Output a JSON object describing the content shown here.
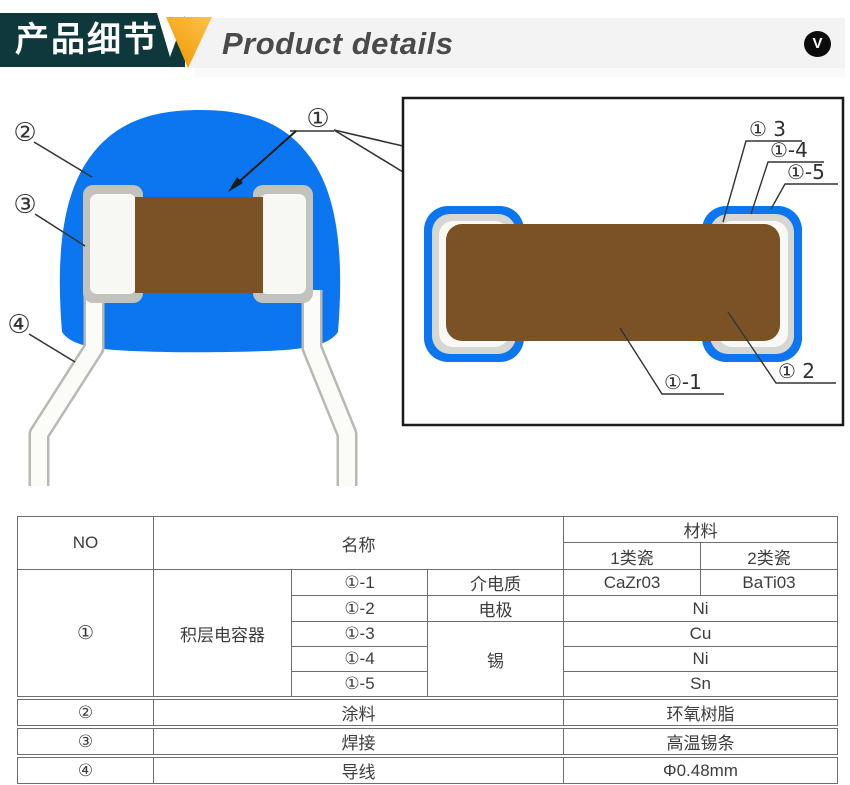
{
  "header": {
    "title_cn": "产品细节",
    "title_en": "Product details",
    "badge": "V"
  },
  "left_diagram": {
    "label_1": "①",
    "label_2": "②",
    "label_3": "③",
    "label_4": "④"
  },
  "right_diagram": {
    "label_3": "① 3",
    "label_4": "①-4",
    "label_5": "①-5",
    "label_1": "①-1",
    "label_2": "① 2"
  },
  "table": {
    "header": {
      "no": "NO",
      "name": "名称",
      "material": "材料",
      "ceramic1": "1类瓷",
      "ceramic2": "2类瓷"
    },
    "group": {
      "no": "①",
      "name": "积层电容器",
      "rows": [
        {
          "id": "①-1",
          "part": "介电质",
          "mat1": "CaZr03",
          "mat2": "BaTi03"
        },
        {
          "id": "①-2",
          "part": "电极",
          "mat": "Ni"
        },
        {
          "id": "①-3",
          "part": "锡",
          "mat": "Cu"
        },
        {
          "id": "①-4",
          "mat": "Ni"
        },
        {
          "id": "①-5",
          "mat": "Sn"
        }
      ]
    },
    "rows": [
      {
        "no": "②",
        "name": "涂料",
        "mat": "环氧树脂"
      },
      {
        "no": "③",
        "name": "焊接",
        "mat": "高温锡条"
      },
      {
        "no": "④",
        "name": "导线",
        "mat": "Φ0.48mm"
      }
    ]
  },
  "colors": {
    "accent_teal": "#0f383c",
    "accent_orange": "#f5a100",
    "diagram_blue": "#0b76f0",
    "chip_brown": "#7b5226"
  }
}
